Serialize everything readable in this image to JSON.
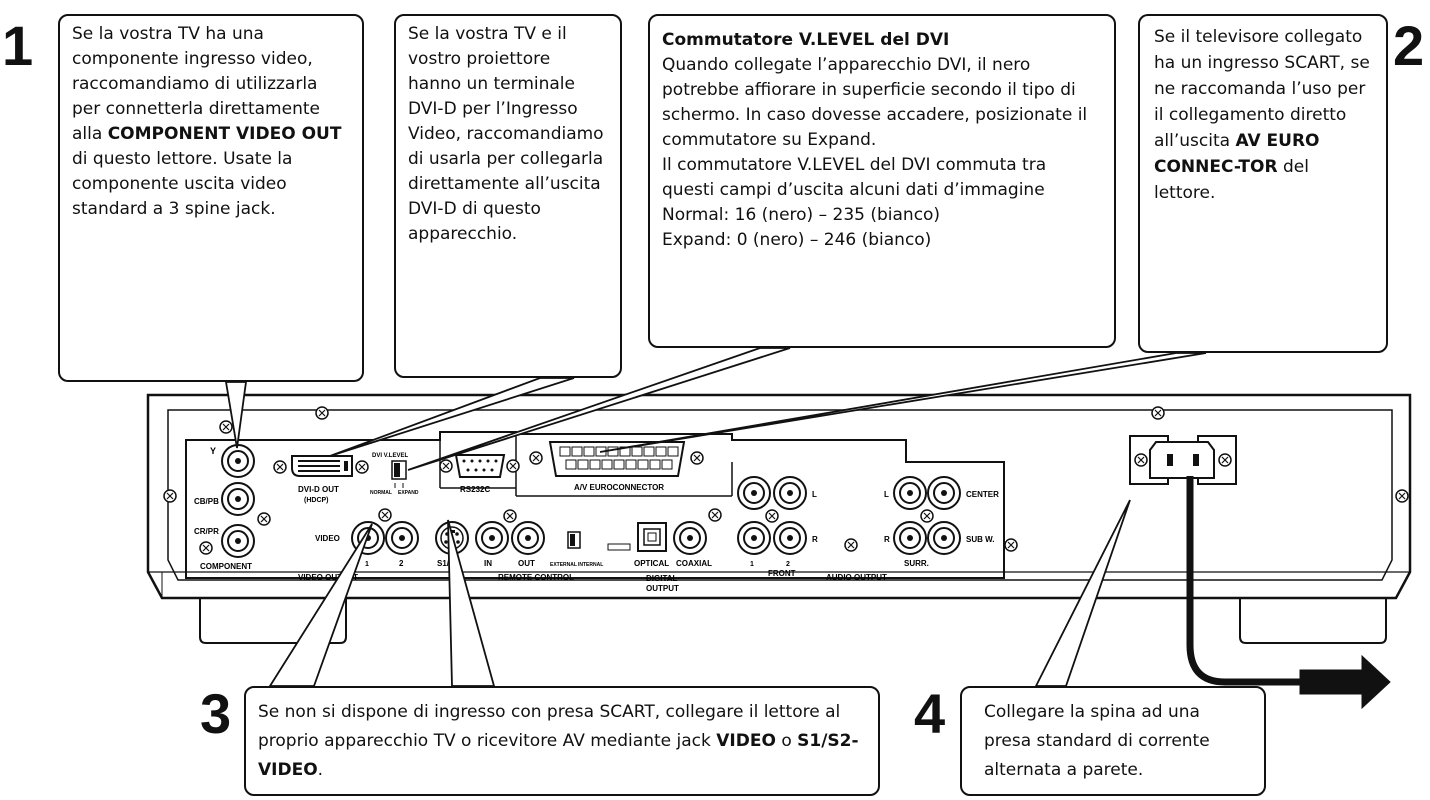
{
  "steps": {
    "s1": "1",
    "s2": "2",
    "s3": "3",
    "s4": "4"
  },
  "callout1": {
    "t1": "Se la vostra TV ha una componente ingresso video, raccomandiamo di utilizzarla per connetterla direttamente alla ",
    "b1": "COMPONENT VIDEO OUT",
    "t2": " di questo lettore. Usate la componente uscita video standard a 3 spine jack."
  },
  "callout2": {
    "text": "Se la vostra TV e il vostro proiettore hanno un terminale DVI-D per l’Ingresso Video, raccomandiamo di usarla per collegarla direttamente all’uscita DVI-D di questo apparecchio."
  },
  "callout3": {
    "title": "Commutatore V.LEVEL del DVI",
    "p1": "Quando collegate l’apparecchio DVI, il nero potrebbe affiorare in superficie secondo il tipo di schermo. In caso dovesse accadere, posizionate il commutatore su Expand.",
    "p2": "Il commutatore V.LEVEL del DVI commuta tra questi campi d’uscita alcuni dati d’immagine",
    "p3": "Normal: 16 (nero) – 235 (bianco)",
    "p4": "Expand: 0 (nero) – 246 (bianco)"
  },
  "callout4": {
    "t1": "Se il televisore collegato ha un ingresso SCART, se ne raccomanda l’uso per il collegamento diretto all’uscita ",
    "b1": "AV EURO CONNEC-TOR",
    "t2": " del lettore."
  },
  "callout5": {
    "t1": "Se non si dispone di ingresso con presa SCART, collegare il lettore al proprio apparecchio TV o ricevitore AV mediante jack ",
    "b1": "VIDEO",
    "t2": " o ",
    "b2": "S1/S2-VIDEO",
    "t3": "."
  },
  "callout6": {
    "text": "Collegare la spina ad una presa standard di corrente alternata a parete."
  },
  "panel": {
    "y": "Y",
    "cb": "CB/PB",
    "cr": "CR/PR",
    "component": "COMPONENT",
    "video_output": "VIDEO OUTPUT",
    "video": "VIDEO",
    "v1": "1",
    "v2": "2",
    "s1s2": "S1/S2",
    "dvi_out": "DVI-D OUT",
    "hdcp": "(HDCP)",
    "dvi_vlevel": "DVI V.LEVEL",
    "normal": "NORMAL",
    "expand": "EXPAND",
    "rs232c": "RS232C",
    "euro": "A/V EUROCONNECTOR",
    "in": "IN",
    "out": "OUT",
    "external": "EXTERNAL",
    "internal": "INTERNAL",
    "remote": "REMOTE CONTROL",
    "optical": "OPTICAL",
    "coaxial": "COAXIAL",
    "digital": "DIGITAL",
    "output": "OUTPUT",
    "l": "L",
    "r": "R",
    "f1": "1",
    "f2": "2",
    "front": "FRONT",
    "audio_output": "AUDIO OUTPUT",
    "center": "CENTER",
    "subw": "SUB W.",
    "surr": "SURR."
  }
}
